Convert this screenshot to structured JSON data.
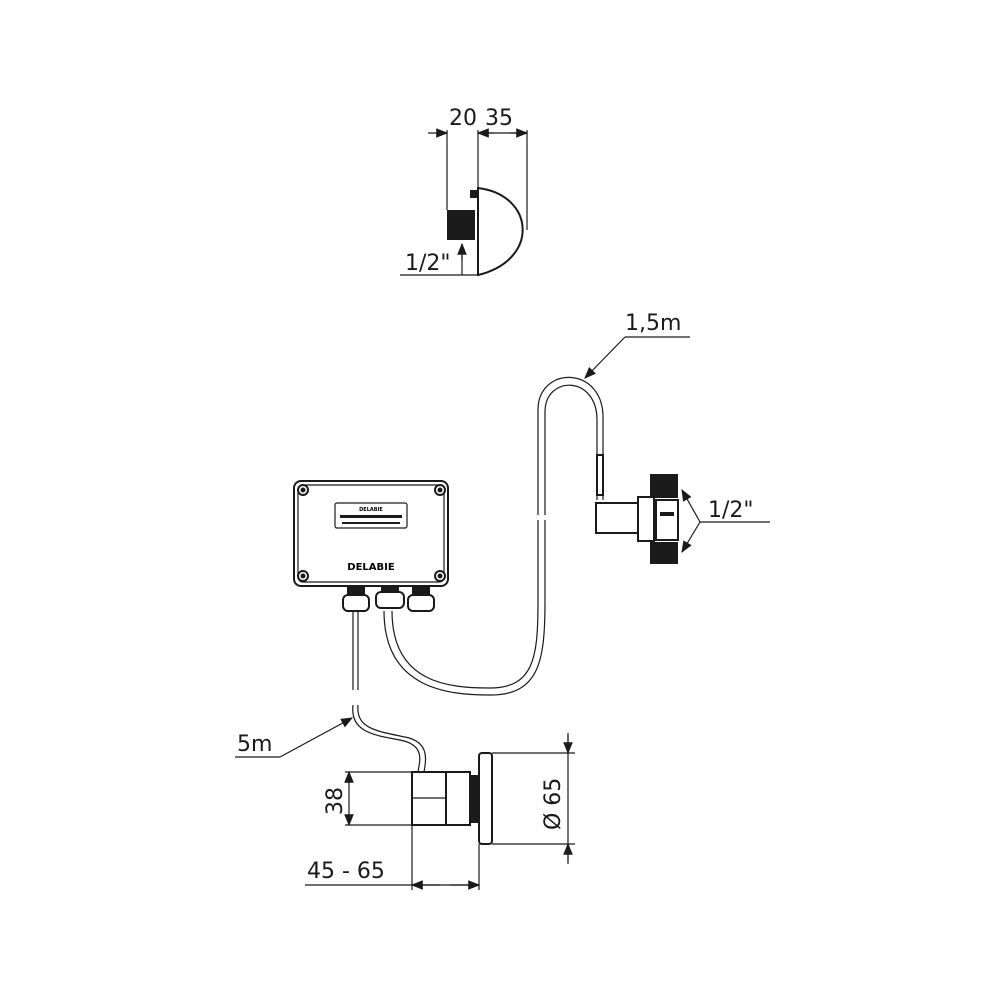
{
  "title": "Sensor valve installation diagram",
  "dimensions": {
    "top_width_1": "20",
    "top_width_2": "35",
    "top_thread": "1/2\"",
    "cable_length_valve": "1,5m",
    "valve_thread": "1/2\"",
    "cable_length_sensor": "5m",
    "sensor_height": "38",
    "sensor_diameter": "Ø 65",
    "wall_thickness": "45 - 65"
  },
  "control_box": {
    "brand": "DELABIE",
    "label_brand": "DELABIE",
    "colors": {
      "line": "#1a1a1a",
      "background": "#ffffff"
    }
  }
}
